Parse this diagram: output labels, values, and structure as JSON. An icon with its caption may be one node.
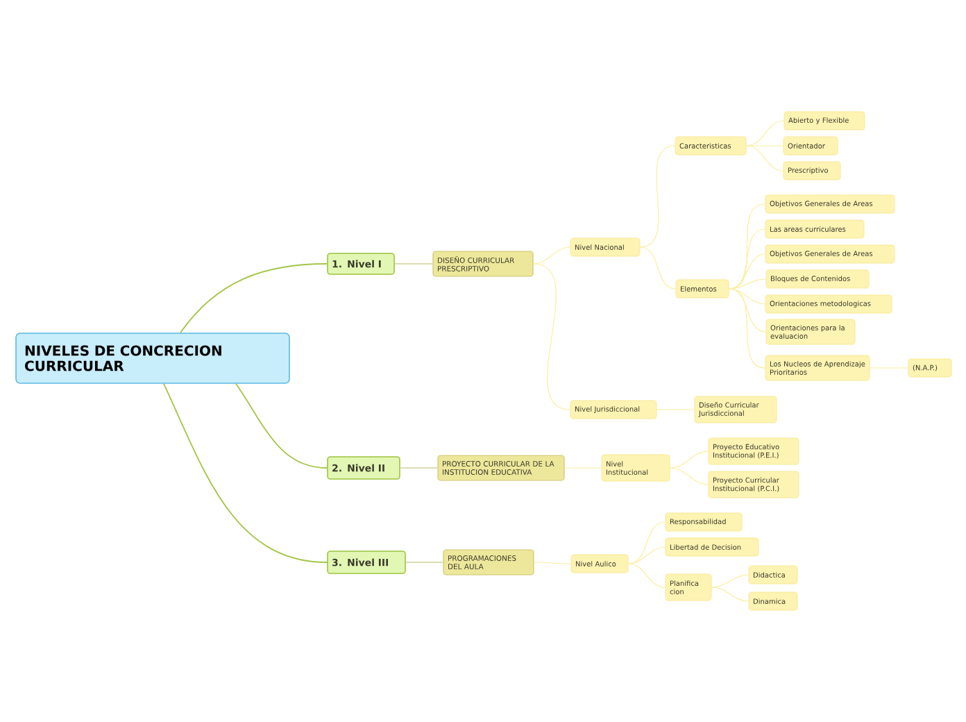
{
  "diagram": {
    "nodes": [
      {
        "text": [
          "NIVELES DE CONCRECION CURRICULAR"
        ]
      },
      {
        "text": [
          "1. Nivel I"
        ]
      },
      {
        "text": [
          "DISEÑO CURRICULAR PRESCRIPTIVO"
        ]
      },
      {
        "text": [
          "Nivel Nacional"
        ]
      },
      {
        "text": [
          "Caracteristicas"
        ]
      },
      {
        "text": [
          "Abierto y Flexible"
        ]
      },
      {
        "text": [
          "Orientador"
        ]
      },
      {
        "text": [
          "Prescriptivo"
        ]
      },
      {
        "text": [
          "Elementos"
        ]
      },
      {
        "text": [
          "Objetivos Generales de Areas"
        ]
      },
      {
        "text": [
          "Las areas curriculares"
        ]
      },
      {
        "text": [
          "Objetivos Generales de Areas"
        ]
      },
      {
        "text": [
          "Bloques de Contenidos"
        ]
      },
      {
        "text": [
          "Orientaciones metodologicas"
        ]
      },
      {
        "text": [
          "Orientaciones para la evaluacion"
        ]
      },
      {
        "text": [
          "Los Nucleos de Aprendizaje Prioritarios"
        ]
      },
      {
        "text": [
          "(N.A.P.)"
        ]
      },
      {
        "text": [
          "Nivel Jurisdiccional"
        ]
      },
      {
        "text": [
          "Diseño Curricular Jurisdiccional"
        ]
      },
      {
        "text": [
          "2. Nivel II"
        ]
      },
      {
        "text": [
          "PROYECTO CURRICULAR DE LA INSTITUCION EDUCATIVA"
        ]
      },
      {
        "text": [
          "Nivel Institucional"
        ]
      },
      {
        "text": [
          "Proyecto Educativo Institucional (P.E.I.)"
        ]
      },
      {
        "text": [
          "Proyecto Curricular Institucional (P.C.I.)"
        ]
      },
      {
        "text": [
          "3. Nivel III"
        ]
      },
      {
        "text": [
          "PROGRAMACIONES DEL AULA"
        ]
      },
      {
        "text": [
          "Nivel Aulico"
        ]
      },
      {
        "text": [
          "Responsabilidad"
        ]
      },
      {
        "text": [
          "Libertad de Decision"
        ]
      },
      {
        "text": [
          "Planifica cion"
        ]
      },
      {
        "text": [
          "Didactica"
        ]
      },
      {
        "text": [
          "Dinamica"
        ]
      }
    ],
    "edges": [
      {
        "from": 0,
        "to": 1,
        "arrow": "none",
        "color": "#a3c546"
      },
      {
        "from": 0,
        "to": 19,
        "arrow": "none",
        "color": "#a3c546"
      },
      {
        "from": 0,
        "to": 24,
        "arrow": "none",
        "color": "#a3c546"
      },
      {
        "from": 1,
        "to": 2,
        "arrow": "none",
        "color": "#dcdcb4"
      },
      {
        "from": 2,
        "to": 3,
        "arrow": "none"
      },
      {
        "from": 3,
        "to": 4,
        "arrow": "none"
      },
      {
        "from": 4,
        "to": 5,
        "arrow": "none"
      },
      {
        "from": 4,
        "to": 6,
        "arrow": "none"
      },
      {
        "from": 4,
        "to": 7,
        "arrow": "none"
      },
      {
        "from": 3,
        "to": 8,
        "arrow": "none"
      },
      {
        "from": 8,
        "to": 9,
        "arrow": "none"
      },
      {
        "from": 8,
        "to": 10,
        "arrow": "none"
      },
      {
        "from": 8,
        "to": 11,
        "arrow": "none"
      },
      {
        "from": 8,
        "to": 12,
        "arrow": "none"
      },
      {
        "from": 8,
        "to": 13,
        "arrow": "none"
      },
      {
        "from": 8,
        "to": 14,
        "arrow": "none"
      },
      {
        "from": 8,
        "to": 15,
        "arrow": "none"
      },
      {
        "from": 15,
        "to": 16,
        "arrow": "none"
      },
      {
        "from": 2,
        "to": 17,
        "arrow": "none"
      },
      {
        "from": 17,
        "to": 18,
        "arrow": "none"
      },
      {
        "from": 19,
        "to": 20,
        "arrow": "none",
        "color": "#dcdcb4"
      },
      {
        "from": 20,
        "to": 21,
        "arrow": "none"
      },
      {
        "from": 21,
        "to": 22,
        "arrow": "none"
      },
      {
        "from": 21,
        "to": 23,
        "arrow": "none"
      },
      {
        "from": 24,
        "to": 25,
        "arrow": "none",
        "color": "#dcdcb4"
      },
      {
        "from": 25,
        "to": 26,
        "arrow": "none"
      },
      {
        "from": 26,
        "to": 27,
        "arrow": "none"
      },
      {
        "from": 26,
        "to": 28,
        "arrow": "none"
      },
      {
        "from": 26,
        "to": 29,
        "arrow": "none"
      },
      {
        "from": 29,
        "to": 30,
        "arrow": "none"
      },
      {
        "from": 29,
        "to": 31,
        "arrow": "none"
      }
    ]
  }
}
